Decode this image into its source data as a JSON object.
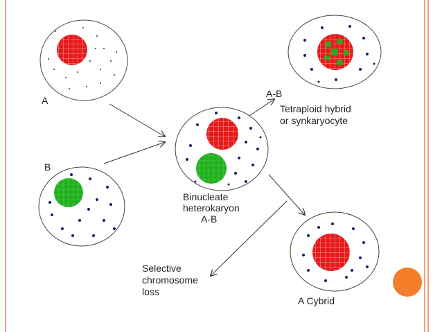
{
  "labels": {
    "cell_a": "A",
    "cell_b": "B",
    "ab_top": "A-B",
    "tetraploid_line1": "Tetraploid hybrid",
    "tetraploid_line2": "or synkaryocyte",
    "binucleate_line1": "Binucleate",
    "binucleate_line2": "heterokaryon",
    "binucleate_line3": "A-B",
    "selective_line1": "Selective",
    "selective_line2": "chromosome",
    "selective_line3": "loss",
    "cybrid": "A  Cybrid"
  },
  "colors": {
    "nucleus_a": "#e51a1a",
    "nucleus_b": "#22b11f",
    "border": "#f4a37c",
    "accent": "#f37e2a"
  }
}
